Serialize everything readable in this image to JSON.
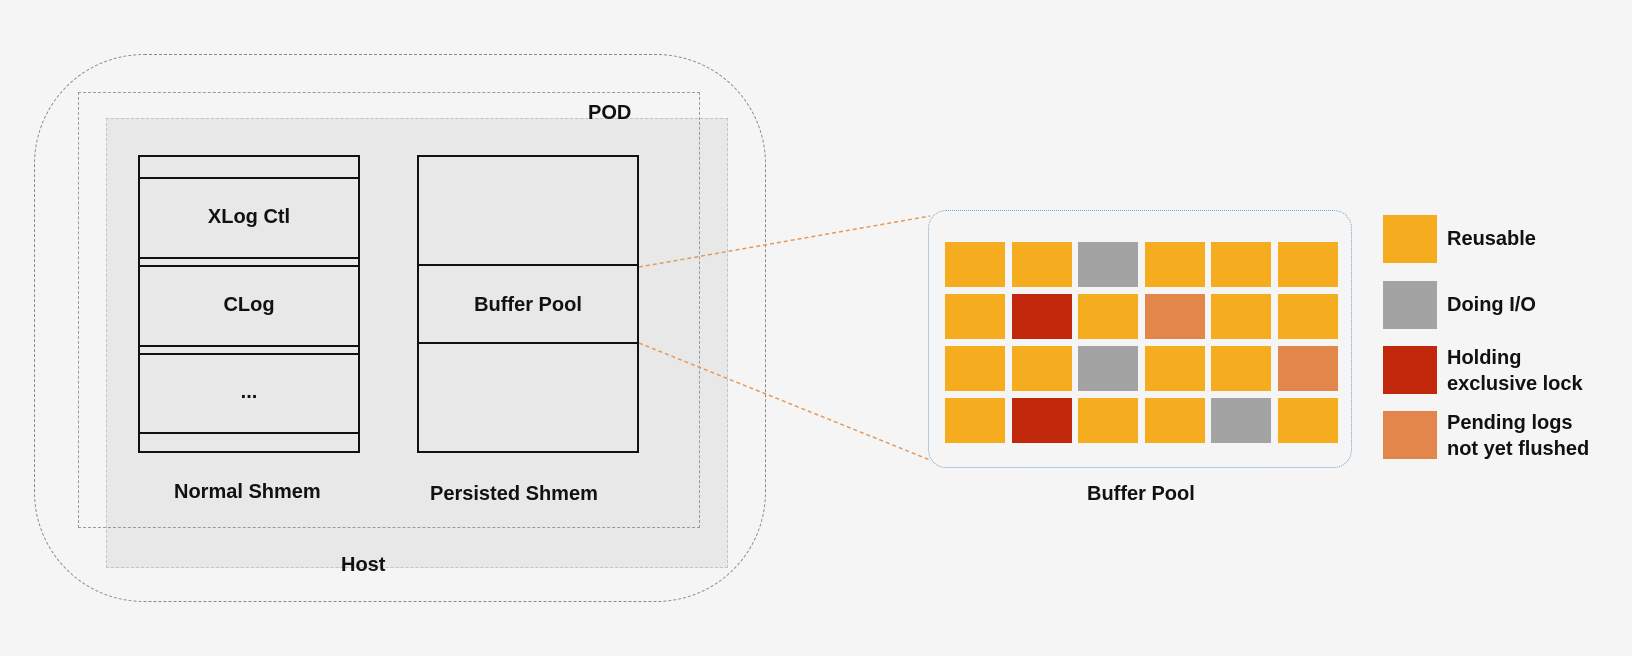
{
  "labels": {
    "pod": "POD",
    "host": "Host",
    "normal_shmem": "Normal Shmem",
    "persisted_shmem": "Persisted Shmem",
    "buffer_pool_caption": "Buffer Pool"
  },
  "normal_shmem": {
    "segments": [
      "XLog Ctl",
      "CLog",
      "..."
    ]
  },
  "persisted_shmem": {
    "segment": "Buffer Pool"
  },
  "colors": {
    "reusable": "#f5ad1f",
    "doing_io": "#a3a3a3",
    "exclusive_lock": "#c1270b",
    "pending_logs": "#e2864b"
  },
  "buffer_grid": [
    [
      "reusable",
      "reusable",
      "doing_io",
      "reusable",
      "reusable",
      "reusable"
    ],
    [
      "reusable",
      "exclusive_lock",
      "reusable",
      "pending_logs",
      "reusable",
      "reusable"
    ],
    [
      "reusable",
      "reusable",
      "doing_io",
      "reusable",
      "reusable",
      "pending_logs"
    ],
    [
      "reusable",
      "exclusive_lock",
      "reusable",
      "reusable",
      "doing_io",
      "reusable"
    ]
  ],
  "legend": [
    {
      "key": "reusable",
      "line1": "Reusable",
      "line2": ""
    },
    {
      "key": "doing_io",
      "line1": "Doing I/O",
      "line2": ""
    },
    {
      "key": "exclusive_lock",
      "line1": "Holding",
      "line2": "exclusive lock"
    },
    {
      "key": "pending_logs",
      "line1": "Pending logs",
      "line2": "not yet flushed"
    }
  ]
}
